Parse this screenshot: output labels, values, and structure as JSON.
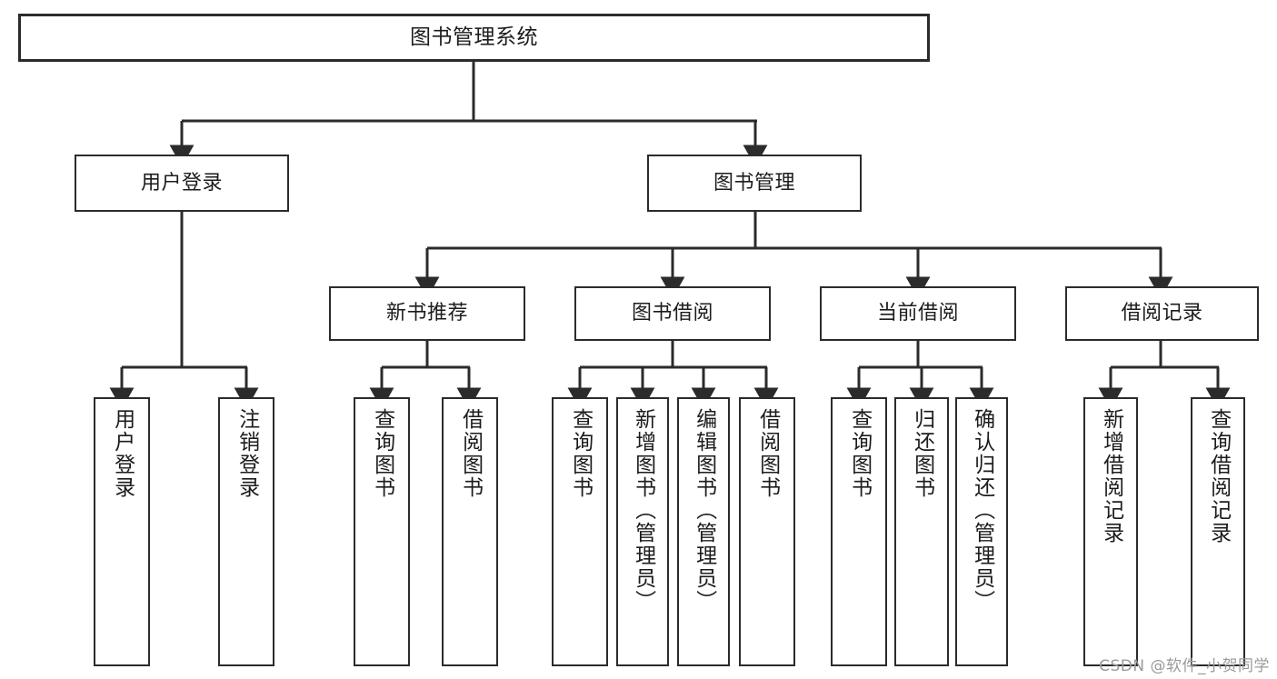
{
  "diagram": {
    "title": "图书管理系统",
    "type": "tree-hierarchy",
    "watermark": "CSDN @软件_小贺同学",
    "colors": {
      "box_border": "#2b2b2b",
      "box_fill": "#ffffff",
      "connector": "#2b2b2b",
      "text": "#1c1c1c",
      "watermark": "#9a9a9a",
      "background": "#ffffff"
    },
    "root": {
      "label": "图书管理系统"
    },
    "level1": [
      {
        "label": "用户登录"
      },
      {
        "label": "图书管理"
      }
    ],
    "level2": [
      {
        "label": "新书推荐"
      },
      {
        "label": "图书借阅"
      },
      {
        "label": "当前借阅"
      },
      {
        "label": "借阅记录"
      }
    ],
    "leaves": {
      "user_login": [
        {
          "label": "用户登录"
        },
        {
          "label": "注销登录"
        }
      ],
      "new_book_recommend": [
        {
          "label": "查询图书"
        },
        {
          "label": "借阅图书"
        }
      ],
      "book_borrow": [
        {
          "label": "查询图书"
        },
        {
          "label": "新增图书（管理员）"
        },
        {
          "label": "编辑图书（管理员）"
        },
        {
          "label": "借阅图书"
        }
      ],
      "current_borrow": [
        {
          "label": "查询图书"
        },
        {
          "label": "归还图书"
        },
        {
          "label": "确认归还（管理员）"
        }
      ],
      "borrow_records": [
        {
          "label": "新增借阅记录"
        },
        {
          "label": "查询借阅记录"
        }
      ]
    }
  }
}
